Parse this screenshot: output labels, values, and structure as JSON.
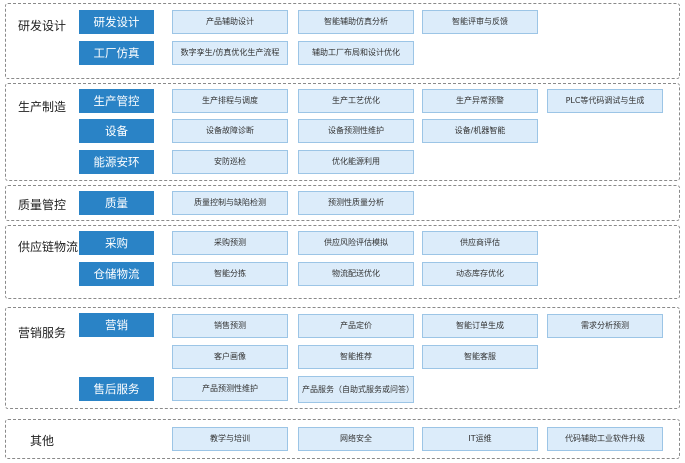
{
  "sections": [
    {
      "title": "研发设计",
      "rows": [
        {
          "subcategory": "研发设计",
          "items": [
            "产品辅助设计",
            "智能辅助仿真分析",
            "智能评审与反馈"
          ]
        },
        {
          "subcategory": "工厂仿真",
          "items": [
            "数字孪生/仿真优化生产流程",
            "辅助工厂布局和设计优化"
          ]
        }
      ]
    },
    {
      "title": "生产制造",
      "rows": [
        {
          "subcategory": "生产管控",
          "items": [
            "生产排程与调度",
            "生产工艺优化",
            "生产异常预警",
            "PLC等代码调试与生成"
          ]
        },
        {
          "subcategory": "设备",
          "items": [
            "设备故障诊断",
            "设备预测性维护",
            "设备/机器智能"
          ]
        },
        {
          "subcategory": "能源安环",
          "items": [
            "安防巡检",
            "优化能源利用"
          ]
        }
      ]
    },
    {
      "title": "质量管控",
      "rows": [
        {
          "subcategory": "质量",
          "items": [
            "质量控制与缺陷检测",
            "预测性质量分析"
          ]
        }
      ]
    },
    {
      "title": "供应链物流",
      "rows": [
        {
          "subcategory": "采购",
          "items": [
            "采购预测",
            "供应风险评估模拟",
            "供应商评估"
          ]
        },
        {
          "subcategory": "仓储物流",
          "items": [
            "智能分拣",
            "物流配送优化",
            "动态库存优化"
          ]
        }
      ]
    },
    {
      "title": "营销服务",
      "rows": [
        {
          "subcategory": "营销",
          "items": [
            "销售预测",
            "产品定价",
            "智能订单生成",
            "需求分析预测"
          ]
        },
        {
          "subcategory": "",
          "items": [
            "客户画像",
            "智能推荐",
            "智能客服"
          ]
        },
        {
          "subcategory": "售后服务",
          "items": [
            "产品预测性维护",
            "产品服务（自助式服务或问答）"
          ]
        }
      ]
    },
    {
      "title": "其他",
      "rows": [
        {
          "subcategory": "",
          "items": [
            "教学与培训",
            "网络安全",
            "IT运维",
            "代码辅助工业软件升级"
          ]
        }
      ]
    }
  ],
  "colors": {
    "subcategory_fill": "#2a83c6",
    "item_fill": "#dcecfa",
    "item_border": "#9cc5e6",
    "section_border": "#8a8a8a"
  }
}
